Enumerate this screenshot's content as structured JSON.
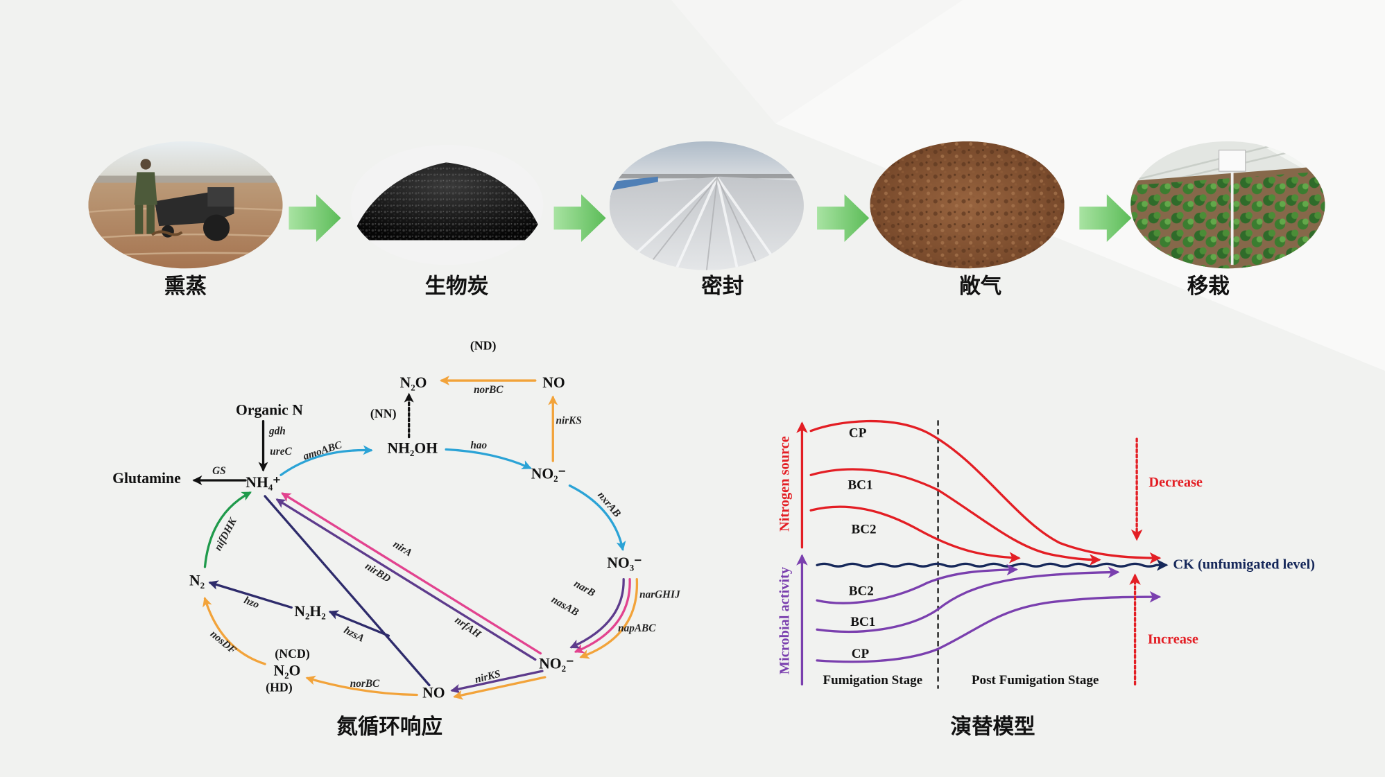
{
  "process": {
    "steps": [
      {
        "label": "熏蒸",
        "photo_icon": "fumigation-tiller-photo"
      },
      {
        "label": "生物炭",
        "photo_icon": "biochar-pile-photo"
      },
      {
        "label": "密封",
        "photo_icon": "plastic-film-sealing-photo"
      },
      {
        "label": "敞气",
        "photo_icon": "aerated-soil-photo"
      },
      {
        "label": "移栽",
        "photo_icon": "transplanted-seedlings-photo"
      }
    ],
    "arrow_icon": "green-right-arrow-icon"
  },
  "n_cycle": {
    "caption": "氮循环响应",
    "nodes": {
      "organic_n": "Organic N",
      "glutamine": "Glutamine",
      "nh4": "NH₄⁺",
      "nh2oh": "NH₂OH",
      "no2_upper": "NO₂⁻",
      "no3": "NO₃⁻",
      "no2_lower": "NO₂⁻",
      "no_top": "NO",
      "n2o_top": "N₂O",
      "no_bottom": "NO",
      "n2o_bottom": "N₂O",
      "n2": "N₂",
      "n2h2": "N₂H₂"
    },
    "tags": {
      "nd": "(ND)",
      "nn": "(NN)",
      "ncd": "(NCD)",
      "hd": "(HD)"
    },
    "genes": {
      "gdh": "gdh",
      "urec": "ureC",
      "gs": "GS",
      "amoabc": "amoABC",
      "hao": "hao",
      "nirks_top": "nirKS",
      "norbc_top": "norBC",
      "nxrab": "nxrAB",
      "narghij": "narGHIJ",
      "napabc": "napABC",
      "narb": "narB",
      "nasab": "nasAB",
      "nira": "nirA",
      "nirbd": "nirBD",
      "nrfah": "nrfAH",
      "hzsa": "hzsA",
      "hzo": "hzo",
      "nosdf": "nosDF",
      "nifdhk": "nifDHK",
      "nirks_bottom": "nirKS",
      "norbc_bottom": "norBC"
    }
  },
  "succession": {
    "caption": "演替模型",
    "axis_nitrogen": "Nitrogen source",
    "axis_microbial": "Microbial activity",
    "treatments_upper": [
      "CP",
      "BC1",
      "BC2"
    ],
    "treatments_lower": [
      "BC2",
      "BC1",
      "CP"
    ],
    "reference": "CK (unfumigated level)",
    "decrease": "Decrease",
    "increase": "Increase",
    "stages": [
      "Fumigation Stage",
      "Post Fumigation Stage"
    ]
  },
  "colors": {
    "page_background": "#f1f2f0",
    "process_arrow": "#5cbc58",
    "ammonia_oxidation_blue": "#2ba3d6",
    "denitrification_orange": "#f2a33a",
    "assimilatory_magenta": "#e2438f",
    "dissimilatory_purple": "#5d3b8c",
    "anammox_navy": "#2e2b6b",
    "fixation_green": "#1f9a4b",
    "nitrogen_source_red": "#e31e24",
    "microbial_activity_purple": "#7a3fae",
    "ck_navy": "#16285a"
  }
}
